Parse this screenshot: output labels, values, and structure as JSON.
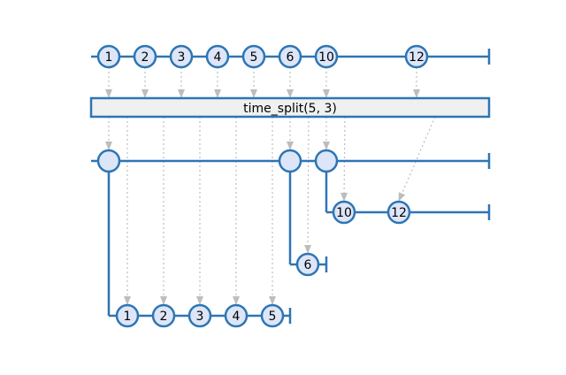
{
  "colors": {
    "line": "#2e75b4",
    "marble_fill": "#dde6f8",
    "box_fill": "#f0f0f0",
    "arrow": "#bdbdbd",
    "text": "#000000"
  },
  "operator": {
    "label": "time_split(5, 3)"
  },
  "input": {
    "items": [
      "1",
      "2",
      "3",
      "4",
      "5",
      "6",
      "10",
      "12"
    ]
  },
  "outputs": {
    "window_markers": 3,
    "windows": [
      {
        "items": [
          "1",
          "2",
          "3",
          "4",
          "5"
        ]
      },
      {
        "items": [
          "6"
        ]
      },
      {
        "items": [
          "10",
          "12"
        ]
      }
    ]
  }
}
